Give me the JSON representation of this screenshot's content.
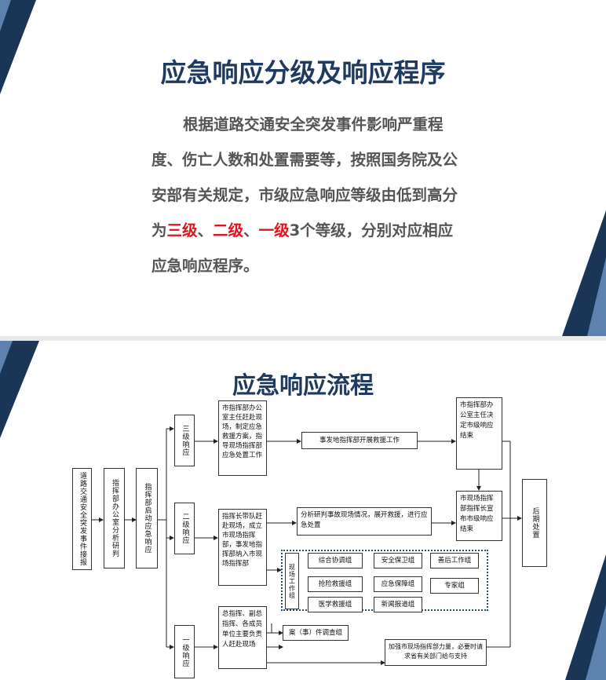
{
  "slide1": {
    "title": "应急响应分级及响应程序",
    "para_intro": "根据道路交通安全突发事件影响严重程度、伤亡人数和处置需要等，按照国务院及公安部有关规定，市级应急响应等级由低到高分为",
    "level3": "三级",
    "sep1": "、",
    "level2": "二级",
    "sep2": "、",
    "level1": "一级",
    "para_end": "3个等级，分别对应相应应急响应程序。",
    "colors": {
      "title": "#1f3a5f",
      "text": "#555555",
      "highlight": "#e0141e",
      "accent_dark": "#1b3557",
      "accent_light": "#5e82b0"
    }
  },
  "slide2": {
    "title": "应急响应流程",
    "flow": {
      "report": "道路交通安全突发事件接报",
      "analyze": "指挥部办公室分析研判",
      "start": "指挥部启动应急响应",
      "level3": "三级响应",
      "level2": "二级响应",
      "level1": "一级响应",
      "l3_action": "市指挥部办公室主任赶赴现场，制定应急救援方案，指导现场指挥部应急处置工作",
      "l3_rescue": "事发地指挥部开展救援工作",
      "l3_end": "市指挥部办公室主任决定市级响应结束",
      "l2_action": "指挥长带队赶赴现场，成立市现场指挥部，事发地指挥部纳入市现场指挥部",
      "l2_analysis": "分析研判事故现场情况，展开救援，进行应急处置",
      "l2_end": "市现场指挥部指挥长宣布市级响应结束",
      "aftermath": "后期处置",
      "field_group": "现场工作组",
      "groups": [
        "综合协调组",
        "安全保卫组",
        "善后工作组",
        "抢险救援组",
        "应急保障组",
        "专家组",
        "医学救援组",
        "新闻报道组"
      ],
      "l1_action": "总指挥、副总指挥、各成员单位主要负责人赶赴现场",
      "investigation": "案（事）件调查组",
      "reinforce": "加强市现场指挥部力量，必要时请求省有关部门给与支持"
    }
  }
}
